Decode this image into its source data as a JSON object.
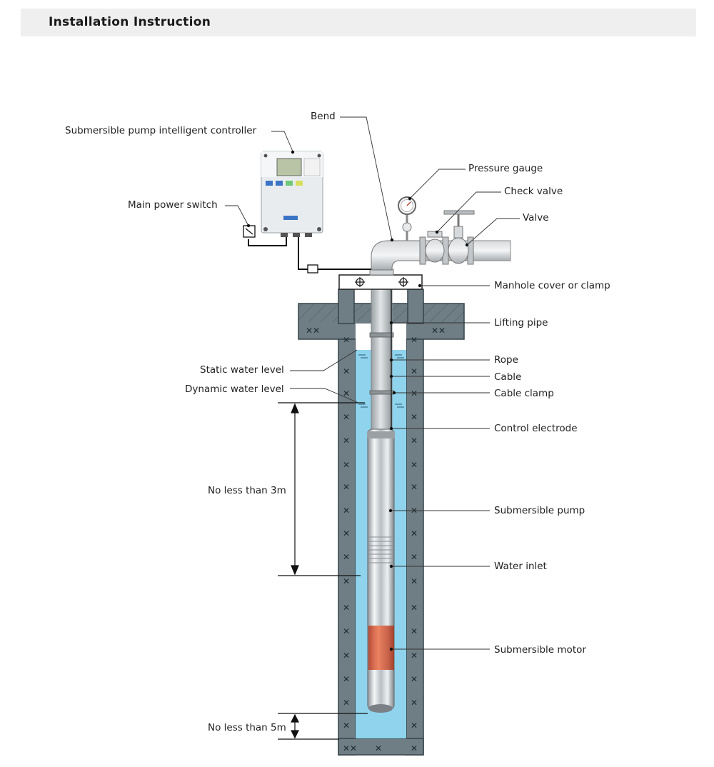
{
  "header": {
    "title": "Installation Instruction"
  },
  "labels": {
    "bend": "Bend",
    "controller": "Submersible pump intelligent controller",
    "pressure_gauge": "Pressure gauge",
    "check_valve": "Check valve",
    "valve": "Valve",
    "main_power_switch": "Main power switch",
    "manhole_cover": "Manhole cover or clamp",
    "lifting_pipe": "Lifting pipe",
    "rope": "Rope",
    "cable": "Cable",
    "cable_clamp": "Cable clamp",
    "static_water_level": "Static water level",
    "dynamic_water_level": "Dynamic water level",
    "control_electrode": "Control electrode",
    "no_less_3m": "No less than 3m",
    "submersible_pump": "Submersible pump",
    "water_inlet": "Water inlet",
    "submersible_motor": "Submersible motor",
    "no_less_5m": "No less than 5m"
  },
  "colors": {
    "well_wall": "#6f7e85",
    "water": "#8fd3ec",
    "pipe": "#c9cdd0",
    "motor_band": "#e25a3a",
    "leader_line": "#333333"
  }
}
